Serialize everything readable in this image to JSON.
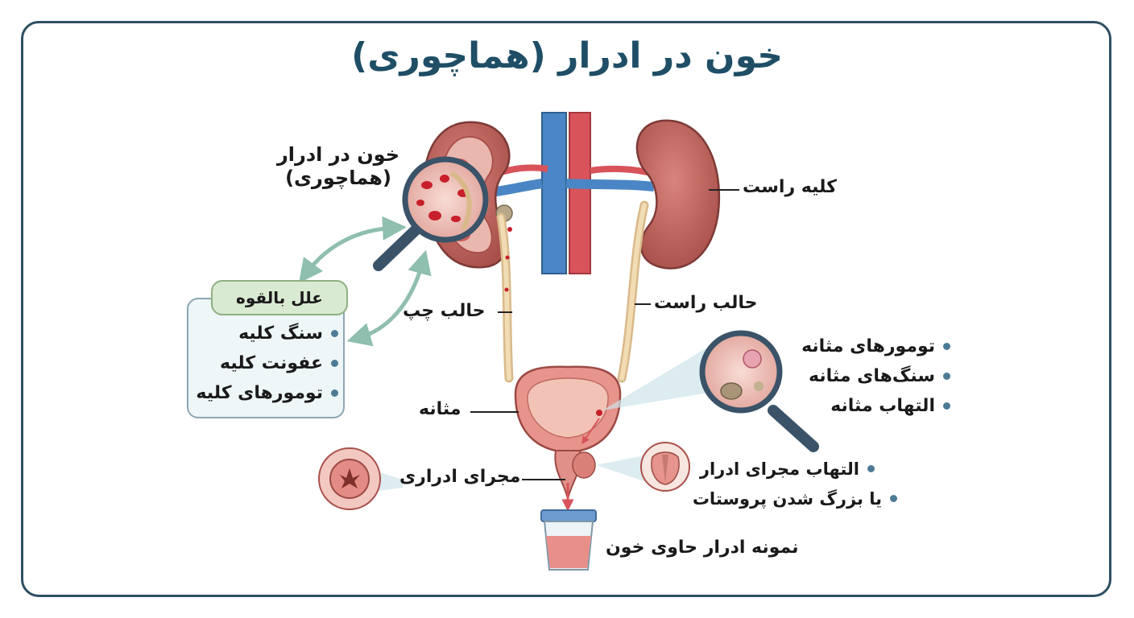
{
  "title": "خون در ادرار (هماچوری)",
  "magnifier_label": {
    "line1": "خون در ادرار",
    "line2": "(هماچوری)"
  },
  "causes": {
    "header": "علل بالقوه",
    "items": [
      "سنگ کلیه",
      "عفونت کلیه",
      "تومورهای کلیه"
    ]
  },
  "labels": {
    "right_kidney": "کلیه راست",
    "left_ureter": "حالب چپ",
    "right_ureter": "حالب راست",
    "bladder": "مثانه",
    "urethra": "مجرای ادراری",
    "urine_sample": "نمونه ادرار حاوی خون"
  },
  "bladder_causes": [
    "تومورهای مثانه",
    "سنگ‌های مثانه",
    "التهاب مثانه"
  ],
  "urethra_causes": [
    "التهاب مجرای ادرار",
    "یا بزرگ شدن پروستات"
  ],
  "colors": {
    "title": "#1f4e66",
    "frame": "#2f4f62",
    "kidney": "#c96a64",
    "vein": "#4a86c5",
    "artery": "#d9535a",
    "blood": "#c8202a",
    "bullet": "#4d7b95"
  }
}
